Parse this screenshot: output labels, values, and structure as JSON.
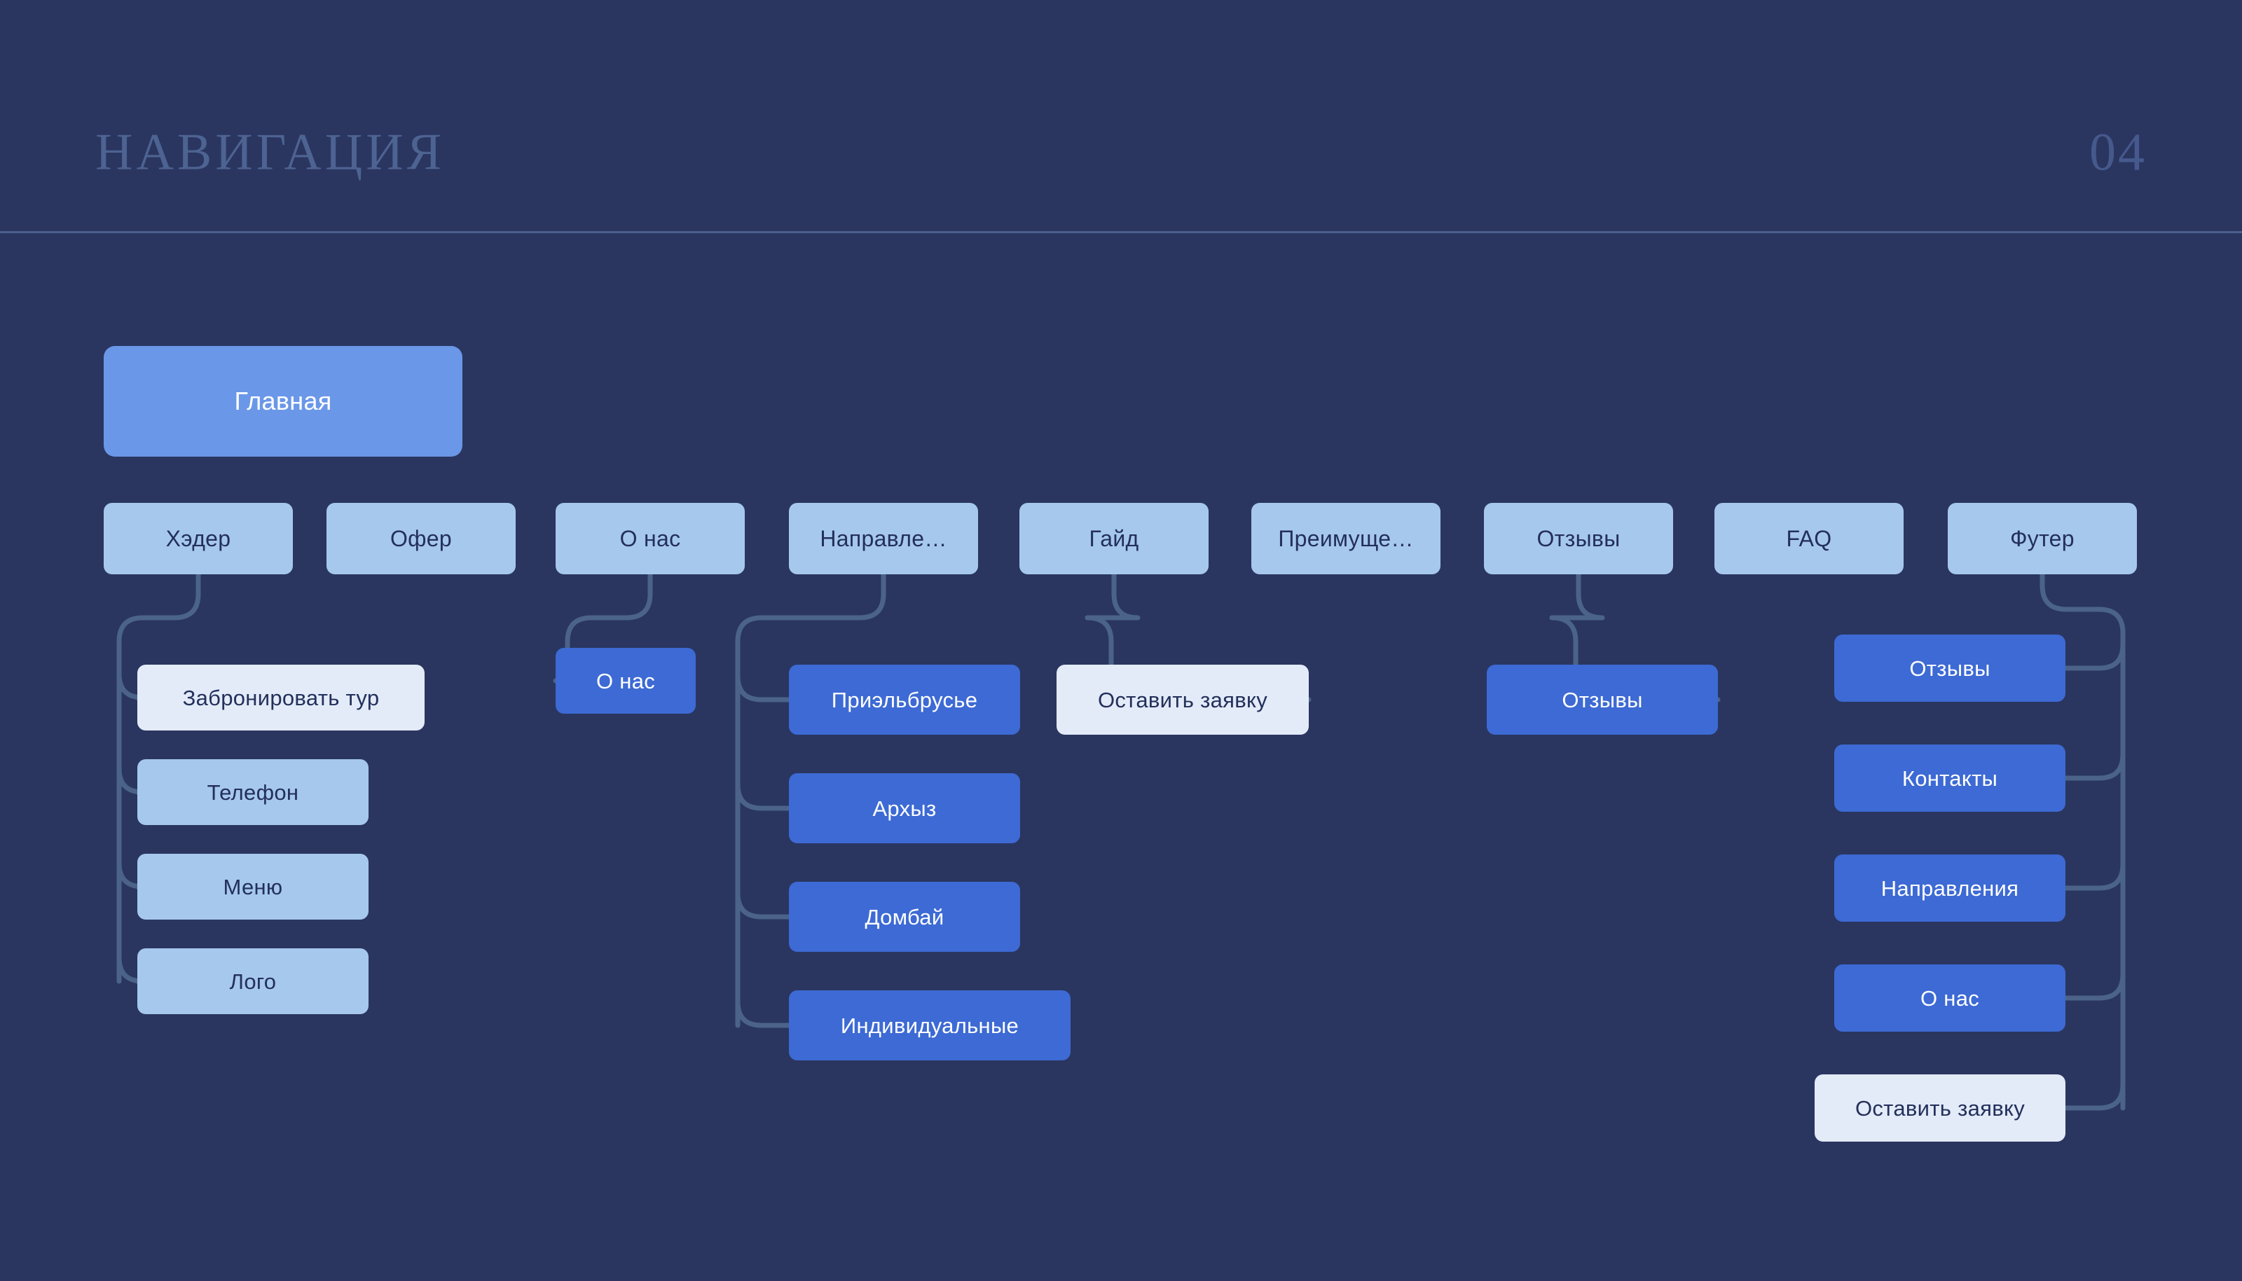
{
  "header": {
    "title": "НАВИГАЦИЯ",
    "page_number": "04"
  },
  "colors": {
    "background": "#2a3660",
    "header_text": "#4d6392",
    "page_number": "#46598c",
    "divider": "#4b5f8e",
    "root_node": "#6a97e8",
    "section_node": "#a6c8ec",
    "leaf_blue": "#3d6ad4",
    "leaf_white": "#e3ebf9",
    "connector": "#4b6389",
    "text_dark": "#23305a",
    "text_light": "#ffffff"
  },
  "diagram": {
    "root": {
      "label": "Главная"
    },
    "sections": [
      {
        "label": "Хэдер"
      },
      {
        "label": "Офер"
      },
      {
        "label": "О нас"
      },
      {
        "label": "Направле…"
      },
      {
        "label": "Гайд"
      },
      {
        "label": "Преимуще…"
      },
      {
        "label": "Отзывы"
      },
      {
        "label": "FAQ"
      },
      {
        "label": "Футер"
      }
    ],
    "branches": [
      {
        "parent": "Хэдер",
        "children": [
          {
            "label": "Забронировать тур",
            "style": "leaf-white"
          },
          {
            "label": "Телефон",
            "style": "leaf-light"
          },
          {
            "label": "Меню",
            "style": "leaf-light"
          },
          {
            "label": "Лого",
            "style": "leaf-light"
          }
        ]
      },
      {
        "parent": "О нас",
        "children": [
          {
            "label": "О нас",
            "style": "leaf-blue"
          }
        ]
      },
      {
        "parent": "Направле…",
        "children": [
          {
            "label": "Приэльбрусье",
            "style": "leaf-blue"
          },
          {
            "label": "Архыз",
            "style": "leaf-blue"
          },
          {
            "label": "Домбай",
            "style": "leaf-blue"
          },
          {
            "label": "Индивидуальные",
            "style": "leaf-blue"
          }
        ]
      },
      {
        "parent": "Гайд",
        "children": [
          {
            "label": "Оставить заявку",
            "style": "leaf-white"
          }
        ]
      },
      {
        "parent": "Отзывы",
        "children": [
          {
            "label": "Отзывы",
            "style": "leaf-blue"
          }
        ]
      },
      {
        "parent": "Футер",
        "children": [
          {
            "label": "Отзывы",
            "style": "leaf-blue"
          },
          {
            "label": "Контакты",
            "style": "leaf-blue"
          },
          {
            "label": "Направления",
            "style": "leaf-blue"
          },
          {
            "label": "О нас",
            "style": "leaf-blue"
          },
          {
            "label": "Оставить заявку",
            "style": "leaf-white"
          }
        ]
      }
    ]
  }
}
